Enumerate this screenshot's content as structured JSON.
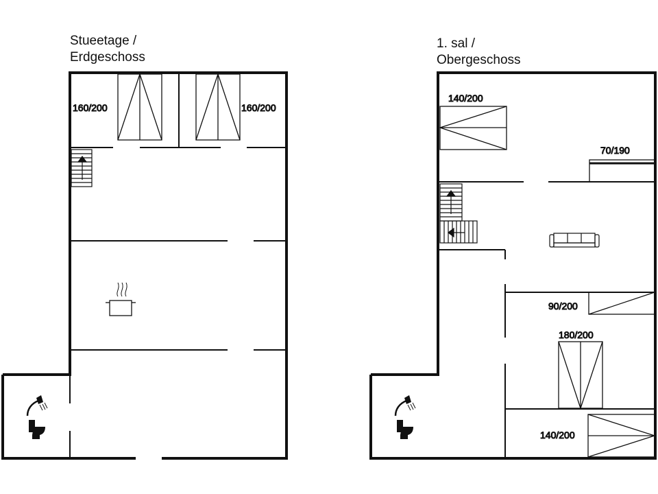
{
  "ground_floor": {
    "title_line1": "Stueetage /",
    "title_line2": "Erdgeschoss",
    "bed_left": "160/200",
    "bed_right": "160/200"
  },
  "upper_floor": {
    "title_line1": "1. sal /",
    "title_line2": "Obergeschoss",
    "bed_top_left": "140/200",
    "bed_top_right": "70/190",
    "bed_mid_right": "90/200",
    "bed_center": "180/200",
    "bed_bottom_right": "140/200"
  },
  "icons": [
    "stairs-up-icon",
    "cooking-pot-icon",
    "sofa-icon",
    "shower-icon",
    "toilet-icon",
    "bed-icon"
  ]
}
